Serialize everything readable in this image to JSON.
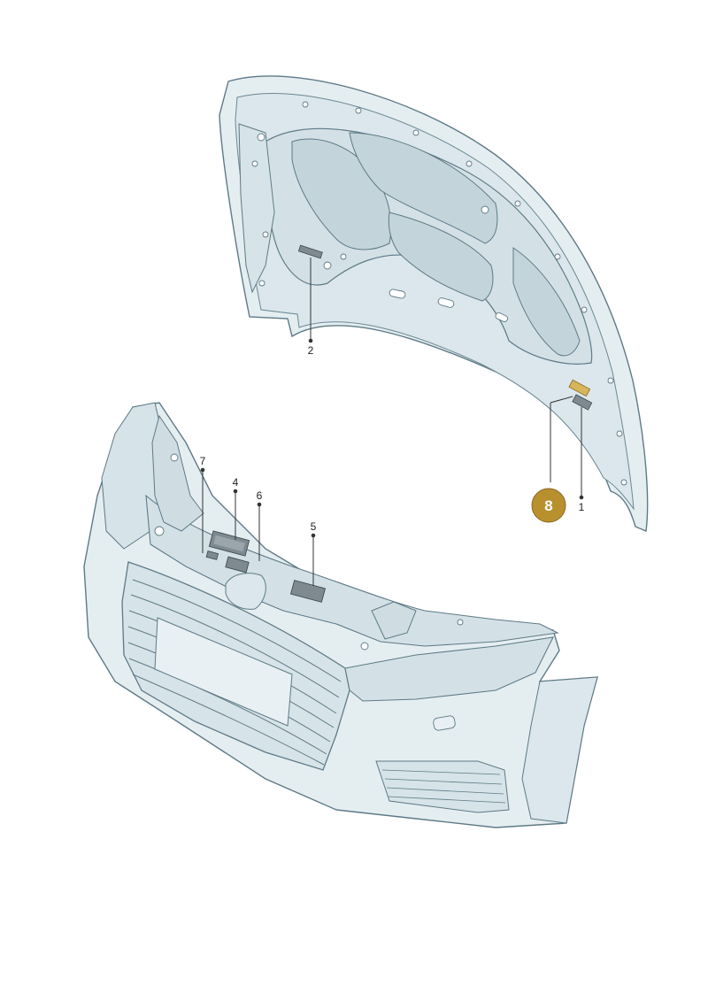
{
  "diagram": {
    "colors": {
      "part_fill": "#e4eef1",
      "part_fill_dark": "#cfdde3",
      "part_stroke": "#5f7a86",
      "label_fill": "#7e8a90",
      "label_highlight": "#d8b45a",
      "badge": "#b8902e",
      "leader": "#333333"
    },
    "callouts": [
      {
        "id": "1",
        "text": "1"
      },
      {
        "id": "2",
        "text": "2"
      },
      {
        "id": "4",
        "text": "4"
      },
      {
        "id": "5",
        "text": "5"
      },
      {
        "id": "6",
        "text": "6"
      },
      {
        "id": "7",
        "text": "7"
      }
    ],
    "badge": {
      "text": "8"
    }
  }
}
